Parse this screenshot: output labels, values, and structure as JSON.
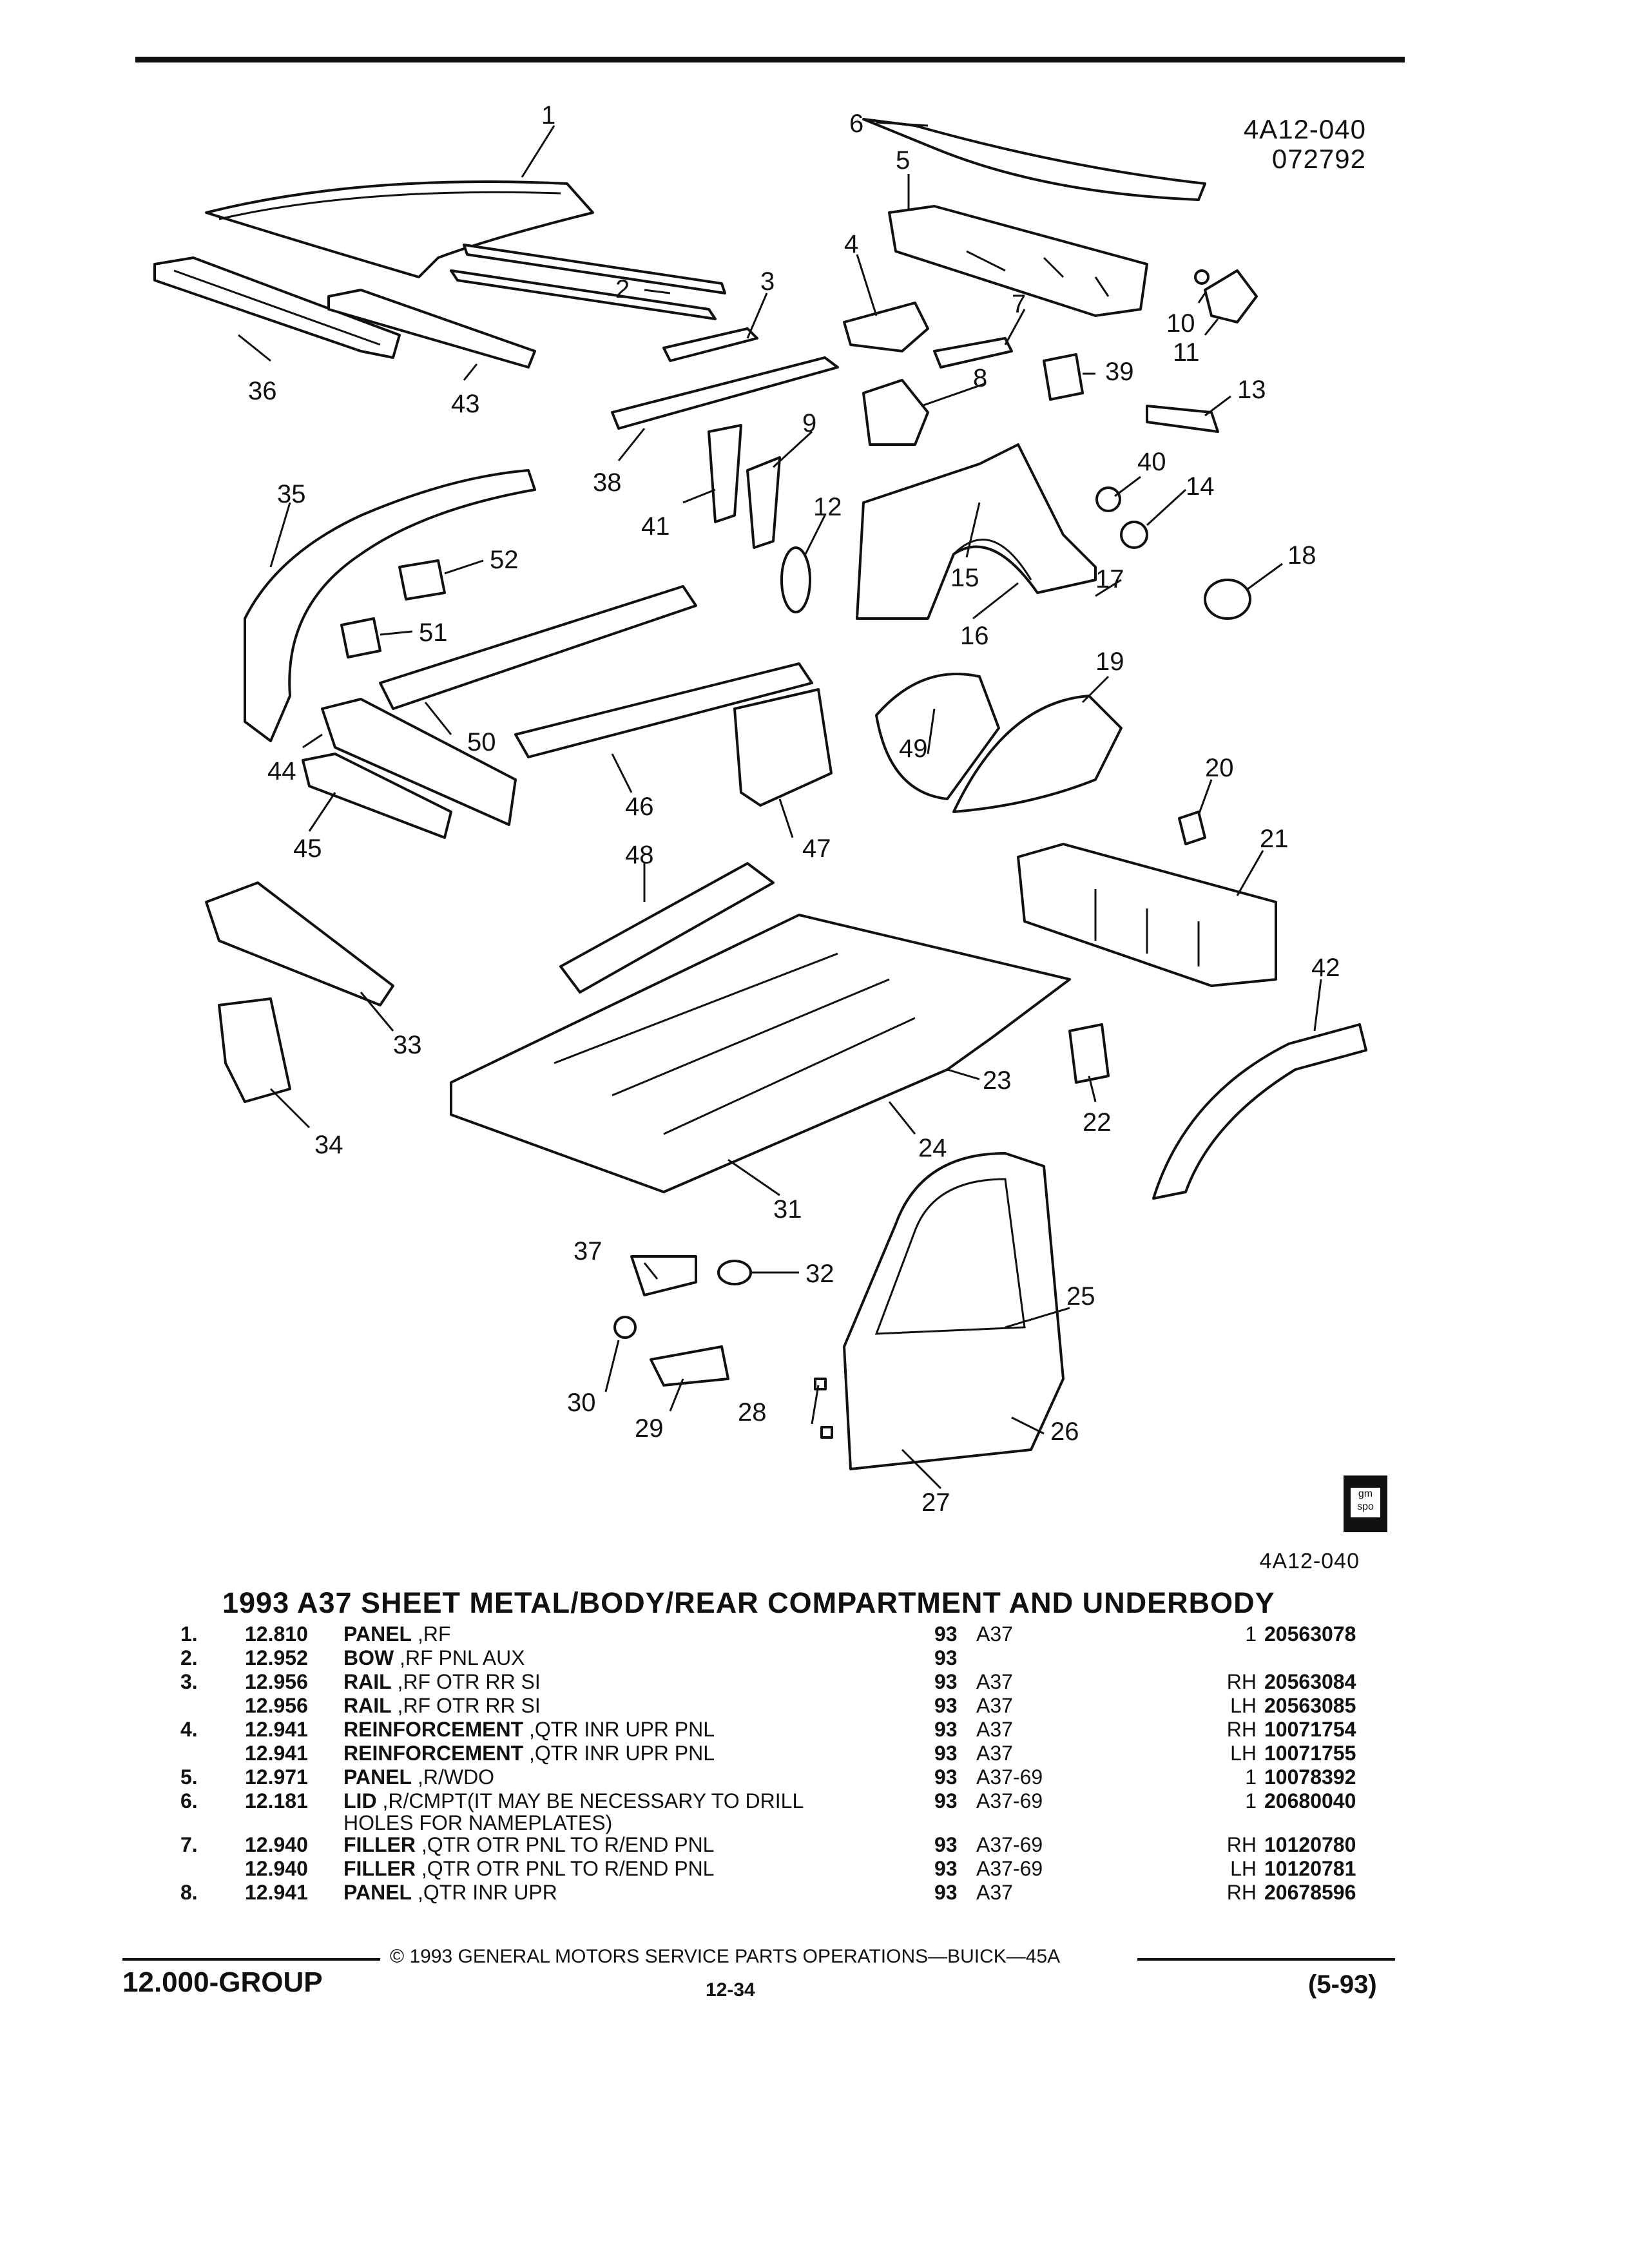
{
  "figure": {
    "id_top": "4A12-040",
    "date_code": "072792",
    "id_bottom": "4A12-040",
    "logo_text": "gm spo",
    "callouts": [
      "1",
      "2",
      "3",
      "4",
      "5",
      "6",
      "7",
      "8",
      "9",
      "10",
      "11",
      "12",
      "13",
      "14",
      "15",
      "16",
      "17",
      "18",
      "19",
      "20",
      "21",
      "22",
      "23",
      "24",
      "25",
      "26",
      "27",
      "28",
      "29",
      "30",
      "31",
      "32",
      "33",
      "34",
      "35",
      "36",
      "37",
      "38",
      "39",
      "40",
      "41",
      "42",
      "43",
      "44",
      "45",
      "46",
      "47",
      "48",
      "49",
      "50",
      "51",
      "52"
    ]
  },
  "section_title": "1993 A37 SHEET METAL/BODY/REAR COMPARTMENT AND UNDERBODY",
  "parts": [
    {
      "num": "1.",
      "code": "12.810",
      "name": "PANEL",
      "detail": " ,RF",
      "year": "93",
      "model": "A37",
      "qty": "1",
      "pn": "20563078"
    },
    {
      "num": "2.",
      "code": "12.952",
      "name": "BOW",
      "detail": " ,RF PNL AUX",
      "year": "93",
      "model": "",
      "qty": "",
      "pn": ""
    },
    {
      "num": "3.",
      "code": "12.956",
      "name": "RAIL",
      "detail": " ,RF OTR RR SI",
      "year": "93",
      "model": "A37",
      "qty": "RH",
      "pn": "20563084"
    },
    {
      "num": "",
      "code": "12.956",
      "name": "RAIL",
      "detail": " ,RF OTR RR SI",
      "year": "93",
      "model": "A37",
      "qty": "LH",
      "pn": "20563085"
    },
    {
      "num": "4.",
      "code": "12.941",
      "name": "REINFORCEMENT",
      "detail": " ,QTR INR UPR PNL",
      "year": "93",
      "model": "A37",
      "qty": "RH",
      "pn": "10071754"
    },
    {
      "num": "",
      "code": "12.941",
      "name": "REINFORCEMENT",
      "detail": " ,QTR INR UPR PNL",
      "year": "93",
      "model": "A37",
      "qty": "LH",
      "pn": "10071755"
    },
    {
      "num": "5.",
      "code": "12.971",
      "name": "PANEL",
      "detail": " ,R/WDO",
      "year": "93",
      "model": "A37-69",
      "qty": "1",
      "pn": "10078392"
    },
    {
      "num": "6.",
      "code": "12.181",
      "name": "LID",
      "detail": " ,R/CMPT(IT MAY BE NECESSARY TO DRILL",
      "year": "93",
      "model": "A37-69",
      "qty": "1",
      "pn": "20680040"
    },
    {
      "num": "",
      "code": "",
      "name": "",
      "detail": "HOLES FOR NAMEPLATES)",
      "year": "",
      "model": "",
      "qty": "",
      "pn": ""
    },
    {
      "num": "7.",
      "code": "12.940",
      "name": "FILLER",
      "detail": " ,QTR OTR PNL TO R/END PNL",
      "year": "93",
      "model": "A37-69",
      "qty": "RH",
      "pn": "10120780"
    },
    {
      "num": "",
      "code": "12.940",
      "name": "FILLER",
      "detail": " ,QTR OTR PNL TO R/END PNL",
      "year": "93",
      "model": "A37-69",
      "qty": "LH",
      "pn": "10120781"
    },
    {
      "num": "8.",
      "code": "12.941",
      "name": "PANEL",
      "detail": " ,QTR INR UPR",
      "year": "93",
      "model": "A37",
      "qty": "RH",
      "pn": "20678596"
    }
  ],
  "footer": {
    "copyright": "© 1993 GENERAL MOTORS SERVICE PARTS OPERATIONS—BUICK—45A",
    "group": "12.000-GROUP",
    "page": "12-34",
    "date": "(5-93)"
  }
}
